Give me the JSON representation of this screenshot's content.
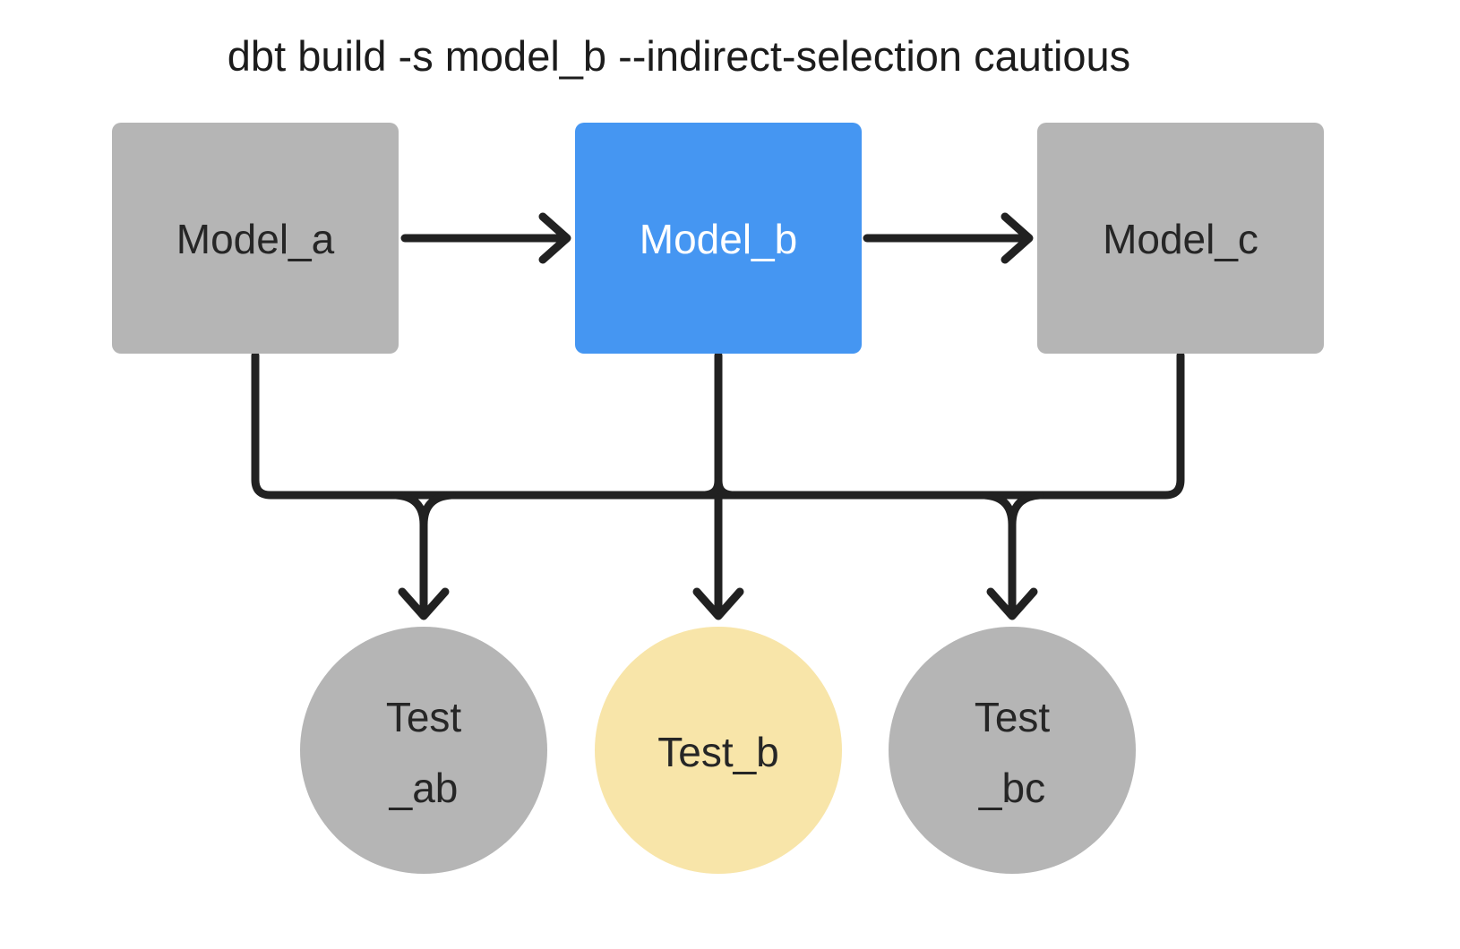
{
  "title": "dbt build -s model_b --indirect-selection cautious",
  "colors": {
    "background": "#ffffff",
    "node_gray": "#b5b5b5",
    "node_selected_blue": "#4596f2",
    "node_indirect_yellow": "#f8e5a9",
    "edge_line": "#212121",
    "label_dark": "#262626",
    "label_light": "#ffffff",
    "title_text": "#1c1c1c"
  },
  "nodes": {
    "model_a": {
      "label": "Model_a",
      "shape": "rect",
      "fill": "#b5b5b5",
      "text_color": "#262626"
    },
    "model_b": {
      "label": "Model_b",
      "shape": "rect",
      "fill": "#4596f2",
      "text_color": "#ffffff"
    },
    "model_c": {
      "label": "Model_c",
      "shape": "rect",
      "fill": "#b5b5b5",
      "text_color": "#262626"
    },
    "test_ab": {
      "label_line1": "Test",
      "label_line2": "_ab",
      "shape": "circle",
      "fill": "#b5b5b5",
      "text_color": "#262626"
    },
    "test_b": {
      "label": "Test_b",
      "shape": "circle",
      "fill": "#f8e5a9",
      "text_color": "#262626"
    },
    "test_bc": {
      "label_line1": "Test",
      "label_line2": "_bc",
      "shape": "circle",
      "fill": "#b5b5b5",
      "text_color": "#262626"
    }
  },
  "edges": [
    {
      "from": "Model_a",
      "to": "Model_b"
    },
    {
      "from": "Model_b",
      "to": "Model_c"
    },
    {
      "from": "Model_a",
      "to": "Test_ab"
    },
    {
      "from": "Model_b",
      "to": "Test_ab"
    },
    {
      "from": "Model_b",
      "to": "Test_b"
    },
    {
      "from": "Model_b",
      "to": "Test_bc"
    },
    {
      "from": "Model_c",
      "to": "Test_bc"
    }
  ]
}
